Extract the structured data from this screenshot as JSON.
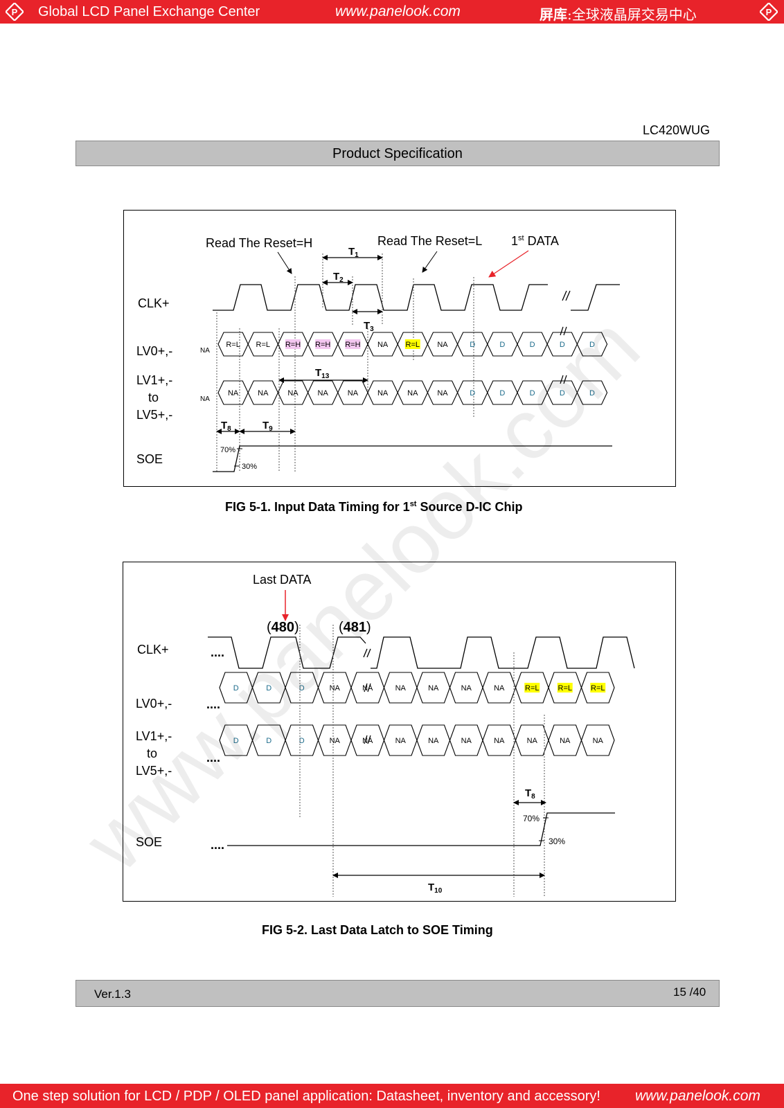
{
  "header": {
    "left_text": "Global LCD Panel Exchange Center",
    "url": "www.panelook.com",
    "cn_brand": "屏库",
    "cn_text": ":全球液晶屏交易中心",
    "logo_icon": "panelook-diamond-icon",
    "logo_letter": "P"
  },
  "footer": {
    "slogan": "One step solution for LCD / PDP / OLED panel application: Datasheet, inventory and accessory!",
    "url": "www.panelook.com"
  },
  "watermark": "www.panelook.com",
  "doc": {
    "model": "LC420WUG",
    "spec_title": "Product Specification",
    "version": "Ver.1.3",
    "page": "15 /40"
  },
  "fig1": {
    "caption_pre": "FIG 5-1. Input Data Timing for 1",
    "caption_sup": "st",
    "caption_post": "  Source D-IC Chip",
    "ann_reset_h": "Read  The Reset=H",
    "ann_reset_l": "Read The Reset=L",
    "ann_first_data_num": "1",
    "ann_first_data_sup": "st",
    "ann_first_data_text": " DATA",
    "t1": "T",
    "t1_sub": "1",
    "t2": "T",
    "t2_sub": "2",
    "t3": "T",
    "t3_sub": "3",
    "t13": "T",
    "t13_sub": "13",
    "t8": "T",
    "t8_sub": "8",
    "t9": "T",
    "t9_sub": "9",
    "sig_clk": "CLK+",
    "sig_lv0": "LV0+,-",
    "sig_lv1_a": "LV1+,-",
    "sig_lv1_b": "to",
    "sig_lv1_c": "LV5+,-",
    "sig_soe": "SOE",
    "pct_70": "70%",
    "pct_30": "30%",
    "lv0_first": "NA",
    "lv0_cells": [
      "R=L",
      "R=L",
      "R=H",
      "R=H",
      "R=H",
      "NA",
      "R=L",
      "NA",
      "D",
      "D",
      "D",
      "D",
      "D"
    ],
    "lv1_first": "NA",
    "lv1_cells": [
      "NA",
      "NA",
      "NA",
      "NA",
      "NA",
      "NA",
      "NA",
      "NA",
      "D",
      "D",
      "D",
      "D",
      "D"
    ]
  },
  "fig2": {
    "caption": "FIG 5-2. Last Data Latch to SOE Timing",
    "ann_last_data": "Last DATA",
    "label_480_open": "(",
    "label_480_num": "480",
    "label_480_close": ")",
    "label_481_open": "(",
    "label_481_num": "481",
    "label_481_close": ")",
    "sig_clk": "CLK+",
    "sig_lv0": "LV0+,-",
    "sig_lv1_a": "LV1+,-",
    "sig_lv1_b": "to",
    "sig_lv1_c": "LV5+,-",
    "sig_soe": "SOE",
    "ellipsis": "....",
    "t8": "T",
    "t8_sub": "8",
    "t10": "T",
    "t10_sub": "10",
    "pct_70": "70%",
    "pct_30": "30%",
    "lv0_cells": [
      "D",
      "D",
      "D",
      "NA",
      "NA",
      "NA",
      "NA",
      "NA",
      "NA",
      "R=L",
      "R=L",
      "R=L"
    ],
    "lv1_cells": [
      "D",
      "D",
      "D",
      "NA",
      "NA",
      "NA",
      "NA",
      "NA",
      "NA",
      "NA",
      "NA",
      "NA"
    ]
  },
  "colors": {
    "brand_red": "#e8232a",
    "bar_gray": "#c0c0c0",
    "highlight_pink": "#f3c6f0",
    "highlight_yellow": "#ffff00",
    "arrow_red": "#e8232a",
    "d_text": "#1a6a8a"
  }
}
